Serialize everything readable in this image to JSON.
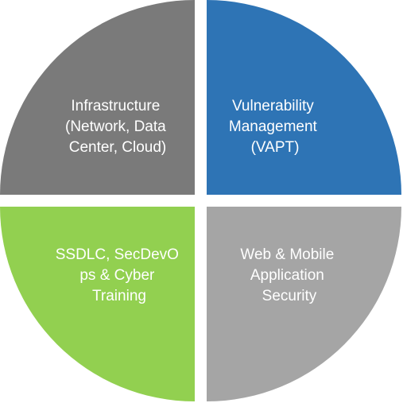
{
  "quadrants": [
    {
      "key": "top-left",
      "lines": [
        "Infrastructure",
        "(Network, Data",
        "Center, Cloud)"
      ],
      "color": "#7a7a7a"
    },
    {
      "key": "top-right",
      "lines": [
        "Vulnerability",
        "Management",
        "(VAPT)"
      ],
      "color": "#2e74b5"
    },
    {
      "key": "bottom-left",
      "lines": [
        "SSDLC, SecDevO",
        "ps & Cyber",
        "Training"
      ],
      "color": "#92d050"
    },
    {
      "key": "bottom-right",
      "lines": [
        "Web & Mobile",
        "Application",
        "Security"
      ],
      "color": "#a5a5a5"
    }
  ]
}
